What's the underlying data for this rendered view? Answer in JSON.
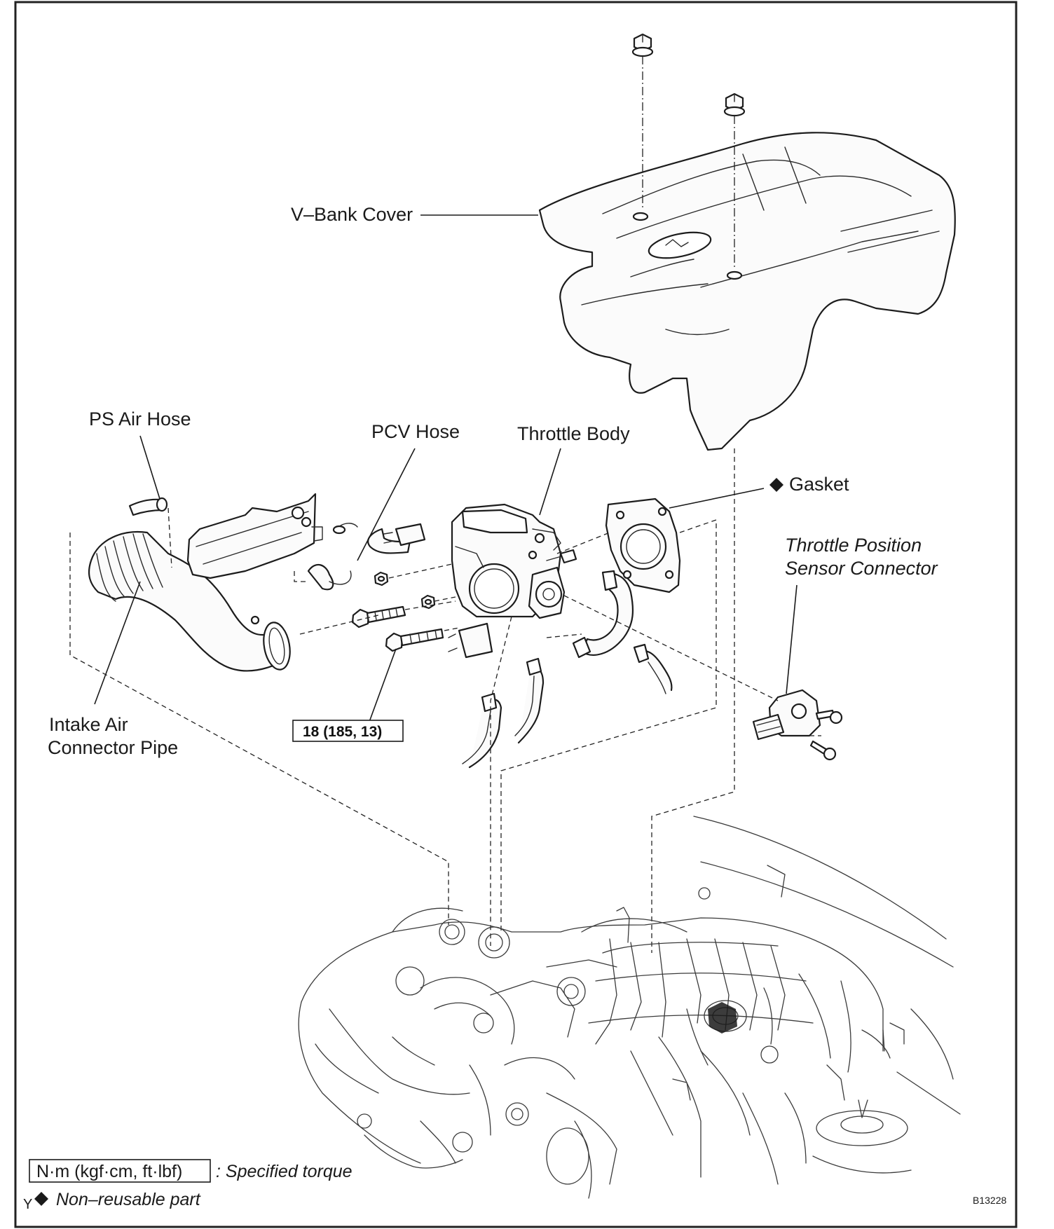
{
  "labels": {
    "v_bank_cover": "V–Bank Cover",
    "ps_air_hose": "PS Air Hose",
    "pcv_hose": "PCV Hose",
    "throttle_body": "Throttle Body",
    "gasket": "Gasket",
    "tps_connector_line1": "Throttle Position",
    "tps_connector_line2": "Sensor Connector",
    "intake_pipe_line1": "Intake Air",
    "intake_pipe_line2": "Connector Pipe"
  },
  "torque_spec": "18 (185, 13)",
  "legend": {
    "torque_units": "N·m (kgf·cm, ft·lbf)",
    "torque_desc": ": Specified torque",
    "non_reusable_prefix": "Y",
    "non_reusable_desc": "Non–reusable part"
  },
  "figure_code": "B13228",
  "icons": {
    "non_reusable_marker": "diamond-icon"
  }
}
